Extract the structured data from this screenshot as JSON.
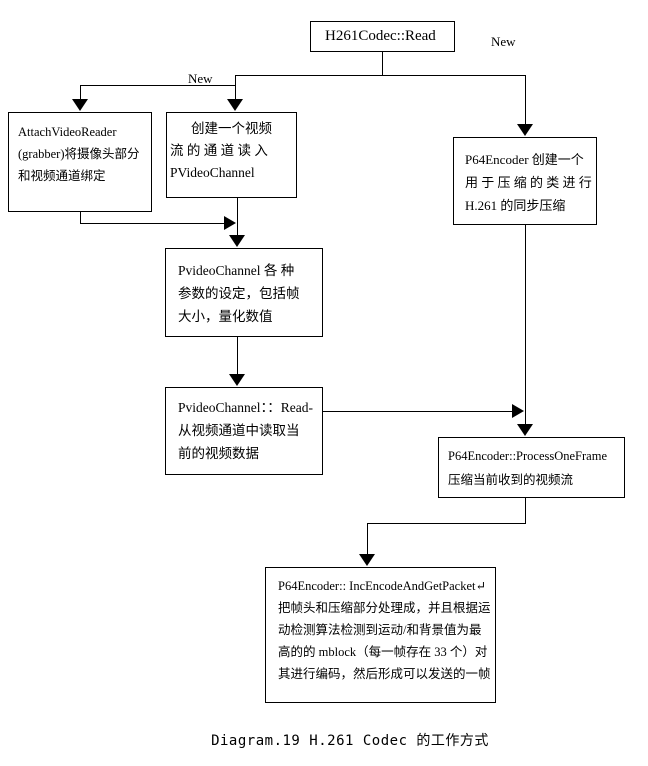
{
  "page": {
    "background": "#ffffff",
    "line_color": "#000000",
    "text_color": "#000000"
  },
  "labels": {
    "new_left": "New",
    "new_right": "New"
  },
  "nodes": {
    "h261_read": {
      "lines": [
        "H261Codec::Read"
      ]
    },
    "attach_reader": {
      "lines": [
        "AttachVideoReader",
        "(grabber)将摄像头部分",
        "和视频通道绑定"
      ]
    },
    "create_channel": {
      "lines": [
        "创建一个视频",
        "流 的 通 道 读 入",
        "PVideoChannel"
      ]
    },
    "p64_create": {
      "lines": [
        "P64Encoder 创建一个",
        "用 于 压 缩 的 类 进 行",
        "H.261 的同步压缩"
      ]
    },
    "set_params": {
      "lines": [
        "PvideoChannel 各 种",
        "参数的设定，包括帧",
        "大小，量化数值"
      ]
    },
    "channel_read": {
      "lines": [
        "PvideoChannel：：Read-",
        "从视频通道中读取当",
        "前的视频数据"
      ]
    },
    "process_frame": {
      "lines": [
        "P64Encoder::ProcessOneFrame",
        "压缩当前收到的视频流"
      ]
    },
    "inc_encode": {
      "lines": [
        "P64Encoder:: IncEncodeAndGetPacket↵",
        "把帧头和压缩部分处理成，并且根据运",
        "动检测算法检测到运动/和背景值为最",
        "高的的 mblock（每一帧存在 33 个）对",
        "其进行编码，然后形成可以发送的一帧"
      ]
    }
  },
  "caption": "Diagram.19 H.261 Codec 的工作方式"
}
